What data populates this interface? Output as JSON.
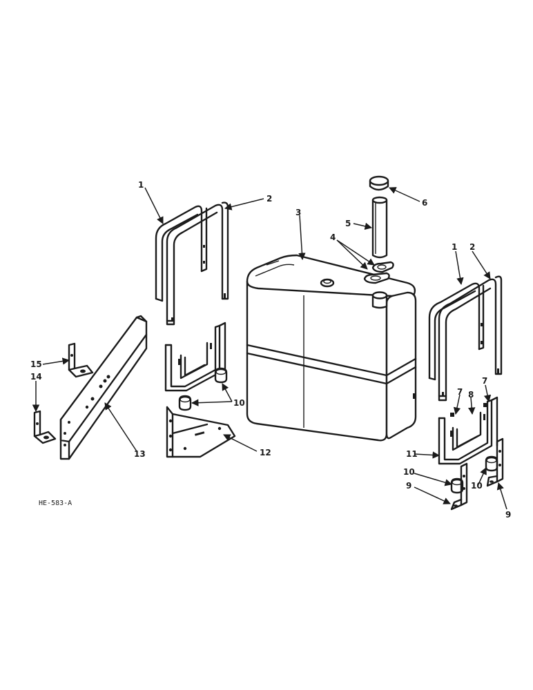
{
  "drawing_id": "HE-583-A",
  "callouts": {
    "c1_left": "1",
    "c2_left": "2",
    "c3": "3",
    "c4": "4",
    "c5": "5",
    "c6": "6",
    "c1_right": "1",
    "c2_right": "2",
    "c7_a": "7",
    "c7_b": "7",
    "c8": "8",
    "c10_left": "10",
    "c11": "11",
    "c12": "12",
    "c13": "13",
    "c14": "14",
    "c15": "15",
    "c10_right_a": "10",
    "c10_right_b": "10",
    "c9_a": "9",
    "c9_b": "9"
  }
}
